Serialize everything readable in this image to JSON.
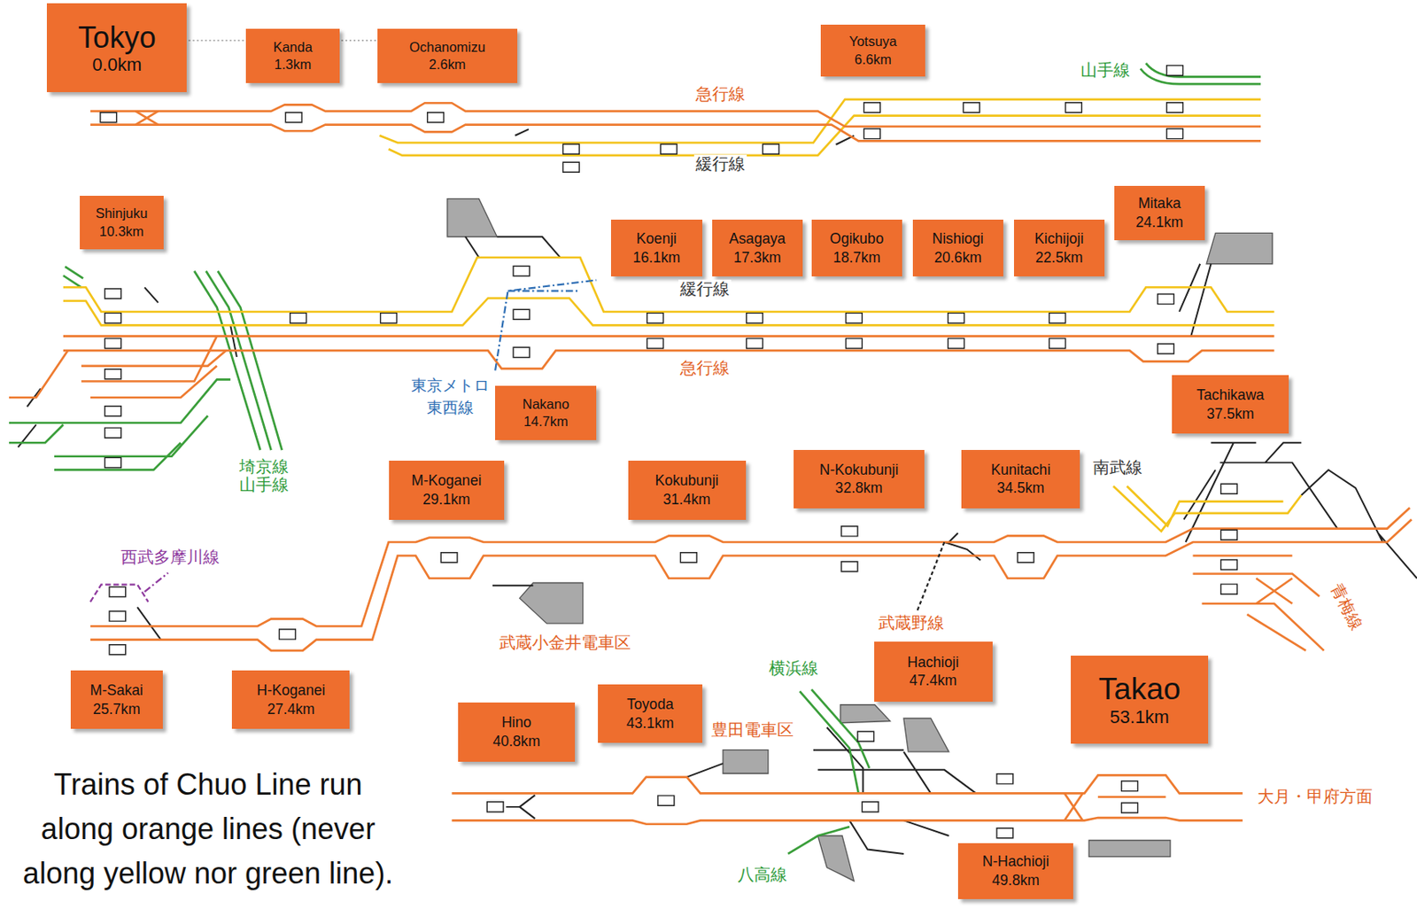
{
  "diagram": {
    "caption": "Trains of Chuo Line run along orange lines (never along yellow nor green line).",
    "nodes": [
      {
        "text": [
          "Tokyo",
          "0.0km"
        ]
      },
      {
        "text": [
          "Kanda",
          "1.3km"
        ]
      },
      {
        "text": [
          "Ochanomizu",
          "2.6km"
        ]
      },
      {
        "text": [
          "Yotsuya",
          "6.6km"
        ]
      },
      {
        "text": [
          "Shinjuku",
          "10.3km"
        ]
      },
      {
        "text": [
          "Koenji",
          "16.1km"
        ]
      },
      {
        "text": [
          "Asagaya",
          "17.3km"
        ]
      },
      {
        "text": [
          "Ogikubo",
          "18.7km"
        ]
      },
      {
        "text": [
          "Nishiogi",
          "20.6km"
        ]
      },
      {
        "text": [
          "Kichijoji",
          "22.5km"
        ]
      },
      {
        "text": [
          "Mitaka",
          "24.1km"
        ]
      },
      {
        "text": [
          "Nakano",
          "14.7km"
        ]
      },
      {
        "text": [
          "Tachikawa",
          "37.5km"
        ]
      },
      {
        "text": [
          "M-Koganei",
          "29.1km"
        ]
      },
      {
        "text": [
          "Kokubunji",
          "31.4km"
        ]
      },
      {
        "text": [
          "N-Kokubunji",
          "32.8km"
        ]
      },
      {
        "text": [
          "Kunitachi",
          "34.5km"
        ]
      },
      {
        "text": [
          "M-Sakai",
          "25.7km"
        ]
      },
      {
        "text": [
          "H-Koganei",
          "27.4km"
        ]
      },
      {
        "text": [
          "Hino",
          "40.8km"
        ]
      },
      {
        "text": [
          "Toyoda",
          "43.1km"
        ]
      },
      {
        "text": [
          "Hachioji",
          "47.4km"
        ]
      },
      {
        "text": [
          "Takao",
          "53.1km"
        ]
      },
      {
        "text": [
          "N-Hachioji",
          "49.8km"
        ]
      }
    ],
    "edges": [
      {
        "from": 0,
        "to": 1,
        "arrow": "none"
      },
      {
        "from": 1,
        "to": 2,
        "arrow": "none"
      }
    ],
    "labels": [
      "急行線",
      "緩行線",
      "山手線",
      "緩行線",
      "急行線",
      "東京メトロ 東西線",
      "埼京線 山手線",
      "西武多摩川線",
      "武蔵小金井電車区",
      "南武線",
      "青梅線",
      "武蔵野線",
      "横浜線",
      "豊田電車区",
      "八高線",
      "大月・甲府方面"
    ]
  }
}
